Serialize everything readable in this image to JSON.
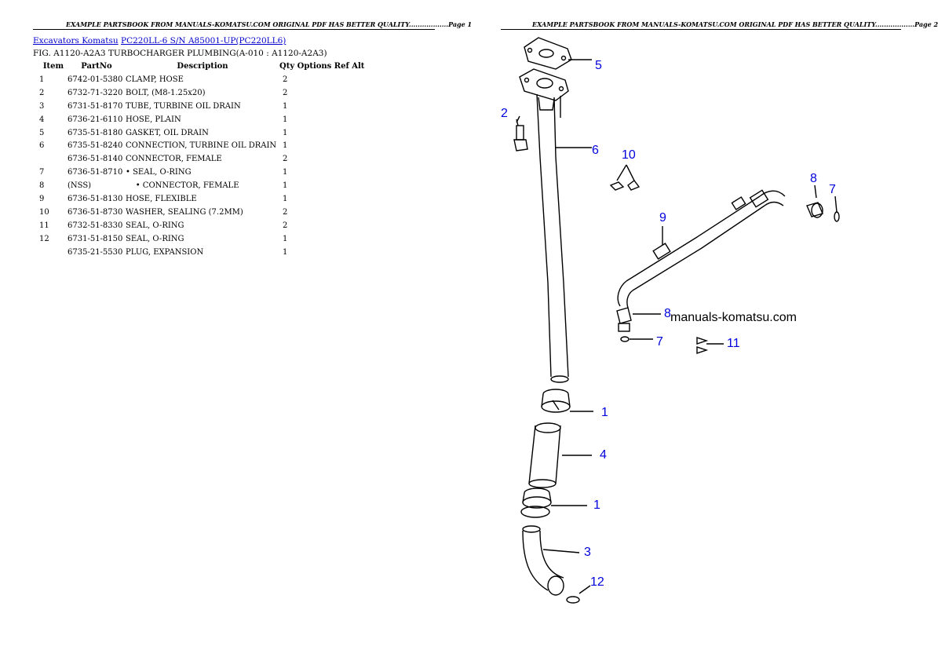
{
  "header": {
    "page1": "EXAMPLE PARTSBOOK FROM MANUALS-KOMATSU.COM ORIGINAL PDF HAS BETTER QUALITY..................Page 1",
    "page2": "EXAMPLE PARTSBOOK FROM MANUALS-KOMATSU.COM ORIGINAL PDF HAS BETTER QUALITY..................Page 2"
  },
  "breadcrumb": {
    "link1": "Excavators Komatsu",
    "link2": "PC220LL-6 S/N A85001-UP(PC220LL6)"
  },
  "figure_title": "FIG. A1120-A2A3 TURBOCHARGER PLUMBING(A-010 : A1120-A2A3)",
  "table": {
    "headers": {
      "item": "Item",
      "partno": "PartNo",
      "description": "Description",
      "qty": "Qty Options Ref Alt"
    },
    "rows": [
      {
        "item": "1",
        "partno": "6742-01-5380",
        "description": "CLAMP, HOSE",
        "qty": "2"
      },
      {
        "item": "2",
        "partno": "6732-71-3220",
        "description": "BOLT, (M8-1.25x20)",
        "qty": "2"
      },
      {
        "item": "3",
        "partno": "6731-51-8170",
        "description": "TUBE, TURBINE OIL DRAIN",
        "qty": "1"
      },
      {
        "item": "4",
        "partno": "6736-21-6110",
        "description": "HOSE, PLAIN",
        "qty": "1"
      },
      {
        "item": "5",
        "partno": "6735-51-8180",
        "description": "GASKET, OIL DRAIN",
        "qty": "1"
      },
      {
        "item": "6",
        "partno": "6735-51-8240",
        "description": "CONNECTION, TURBINE OIL DRAIN",
        "qty": "1"
      },
      {
        "item": "",
        "partno": "6736-51-8140",
        "description": "CONNECTOR, FEMALE",
        "qty": "2"
      },
      {
        "item": "7",
        "partno": "6736-51-8710",
        "description": "• SEAL, O-RING",
        "qty": "1"
      },
      {
        "item": "8",
        "partno": "(NSS)",
        "description": "    • CONNECTOR, FEMALE",
        "qty": "1"
      },
      {
        "item": "9",
        "partno": "6736-51-8130",
        "description": "HOSE, FLEXIBLE",
        "qty": "1"
      },
      {
        "item": "10",
        "partno": "6736-51-8730",
        "description": "WASHER, SEALING (7.2MM)",
        "qty": "2"
      },
      {
        "item": "11",
        "partno": "6732-51-8330",
        "description": "SEAL, O-RING",
        "qty": "2"
      },
      {
        "item": "12",
        "partno": "6731-51-8150",
        "description": "SEAL, O-RING",
        "qty": "1"
      },
      {
        "item": "",
        "partno": "6735-21-5530",
        "description": "PLUG, EXPANSION",
        "qty": "1"
      }
    ]
  },
  "diagram": {
    "watermark": "manuals-komatsu.com",
    "callouts": [
      "5",
      "2",
      "6",
      "10",
      "8",
      "7",
      "9",
      "8",
      "7",
      "11",
      "1",
      "4",
      "1",
      "3",
      "12"
    ]
  },
  "colors": {
    "link": "#0000cc",
    "callout": "#0000dd"
  }
}
